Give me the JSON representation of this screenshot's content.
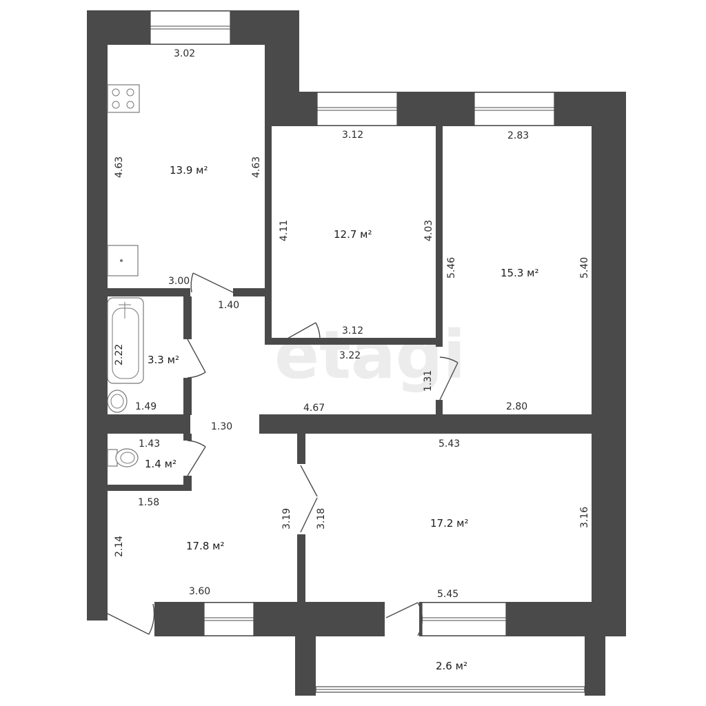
{
  "watermark": "etagi",
  "rooms": {
    "kitchen": "13.9 м²",
    "bedroom_center": "12.7 м²",
    "bedroom_right": "15.3 м²",
    "bathroom": "3.3 м²",
    "toilet": "1.4 м²",
    "hall": "17.8 м²",
    "living": "17.2 м²",
    "balcony": "2.6 м²"
  },
  "dimensions": {
    "kitchen_top": "3.02",
    "kitchen_left": "4.63",
    "kitchen_right": "4.63",
    "kitchen_bottom": "3.00",
    "door_width": "1.40",
    "center_top": "3.12",
    "center_left": "4.11",
    "center_right": "4.03",
    "center_bottom": "3.12",
    "right_top": "2.83",
    "right_left": "5.46",
    "right_right": "5.40",
    "right_bottom": "2.80",
    "corridor_upper": "3.22",
    "corridor_side": "1.31",
    "corridor_lower": "4.67",
    "bath_side": "2.22",
    "bath_bottom": "1.49",
    "corridor_width": "1.30",
    "toilet_top": "1.43",
    "hall_top": "1.58",
    "hall_left": "2.14",
    "hall_bottom": "3.60",
    "hall_right": "3.19",
    "living_left": "3.18",
    "living_top": "5.43",
    "living_right": "3.16",
    "living_bottom": "5.45"
  }
}
